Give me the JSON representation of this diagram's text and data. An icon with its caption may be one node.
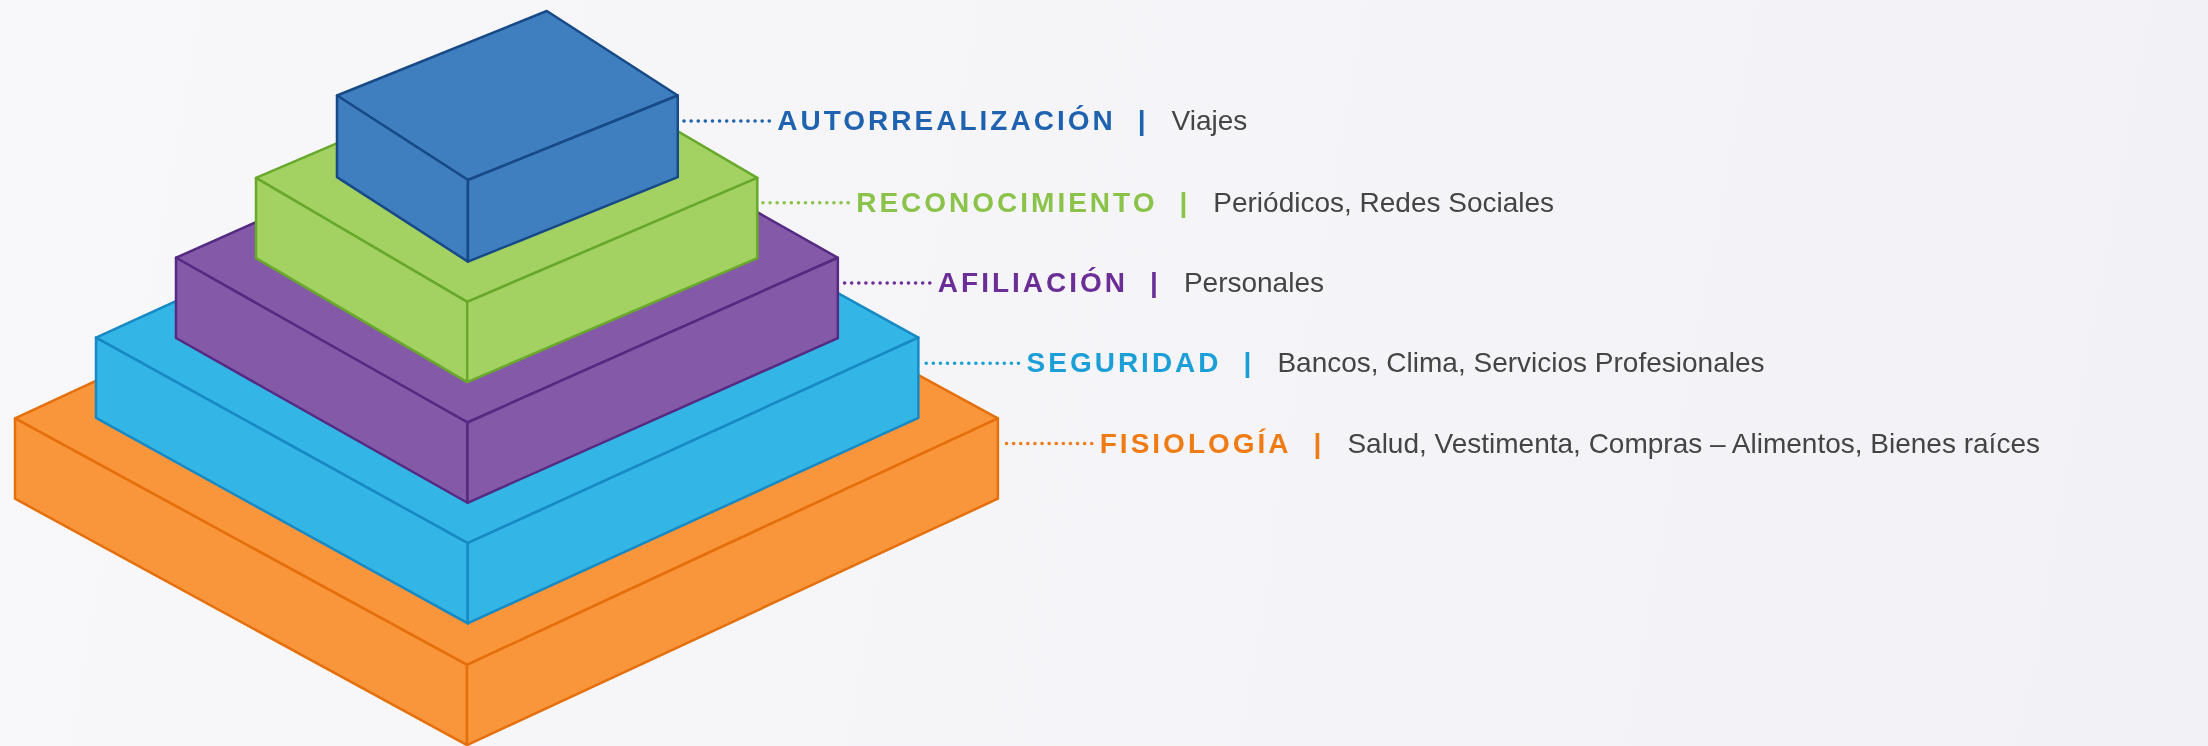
{
  "diagram": {
    "nodes": [
      {
        "text": [],
        "shape": "box"
      },
      {
        "text": [],
        "shape": "box"
      },
      {
        "text": [],
        "shape": "box"
      },
      {
        "text": [],
        "shape": "box"
      },
      {
        "text": [],
        "shape": "box"
      },
      {
        "text": [
          "AUTORREALIZACIÓN",
          "|",
          "Viajes"
        ]
      },
      {
        "text": [
          "RECONOCIMIENTO",
          "|",
          "Periódicos, Redes Sociales"
        ]
      },
      {
        "text": [
          "AFILIACIÓN",
          "|",
          "Personales"
        ]
      },
      {
        "text": [
          "SEGURIDAD",
          "|",
          "Bancos, Clima, Servicios Profesionales"
        ]
      },
      {
        "text": [
          "FISIOLOGÍA",
          "|",
          "Salud, Vestimenta, Compras – Alimentos, Bienes raíces"
        ]
      }
    ],
    "edges": [
      {
        "from": 5,
        "to": 0,
        "arrow": "none",
        "style": "dashed",
        "color": "#1f63b0"
      },
      {
        "from": 6,
        "to": 1,
        "arrow": "none",
        "style": "dashed",
        "color": "#8bc34a"
      },
      {
        "from": 7,
        "to": 2,
        "arrow": "none",
        "style": "dashed",
        "color": "#6a2e96"
      },
      {
        "from": 8,
        "to": 3,
        "arrow": "none",
        "style": "dashed",
        "color": "#1b9fd6"
      },
      {
        "from": 9,
        "to": 4,
        "arrow": "none",
        "style": "dashed",
        "color": "#ef7b15"
      }
    ]
  }
}
